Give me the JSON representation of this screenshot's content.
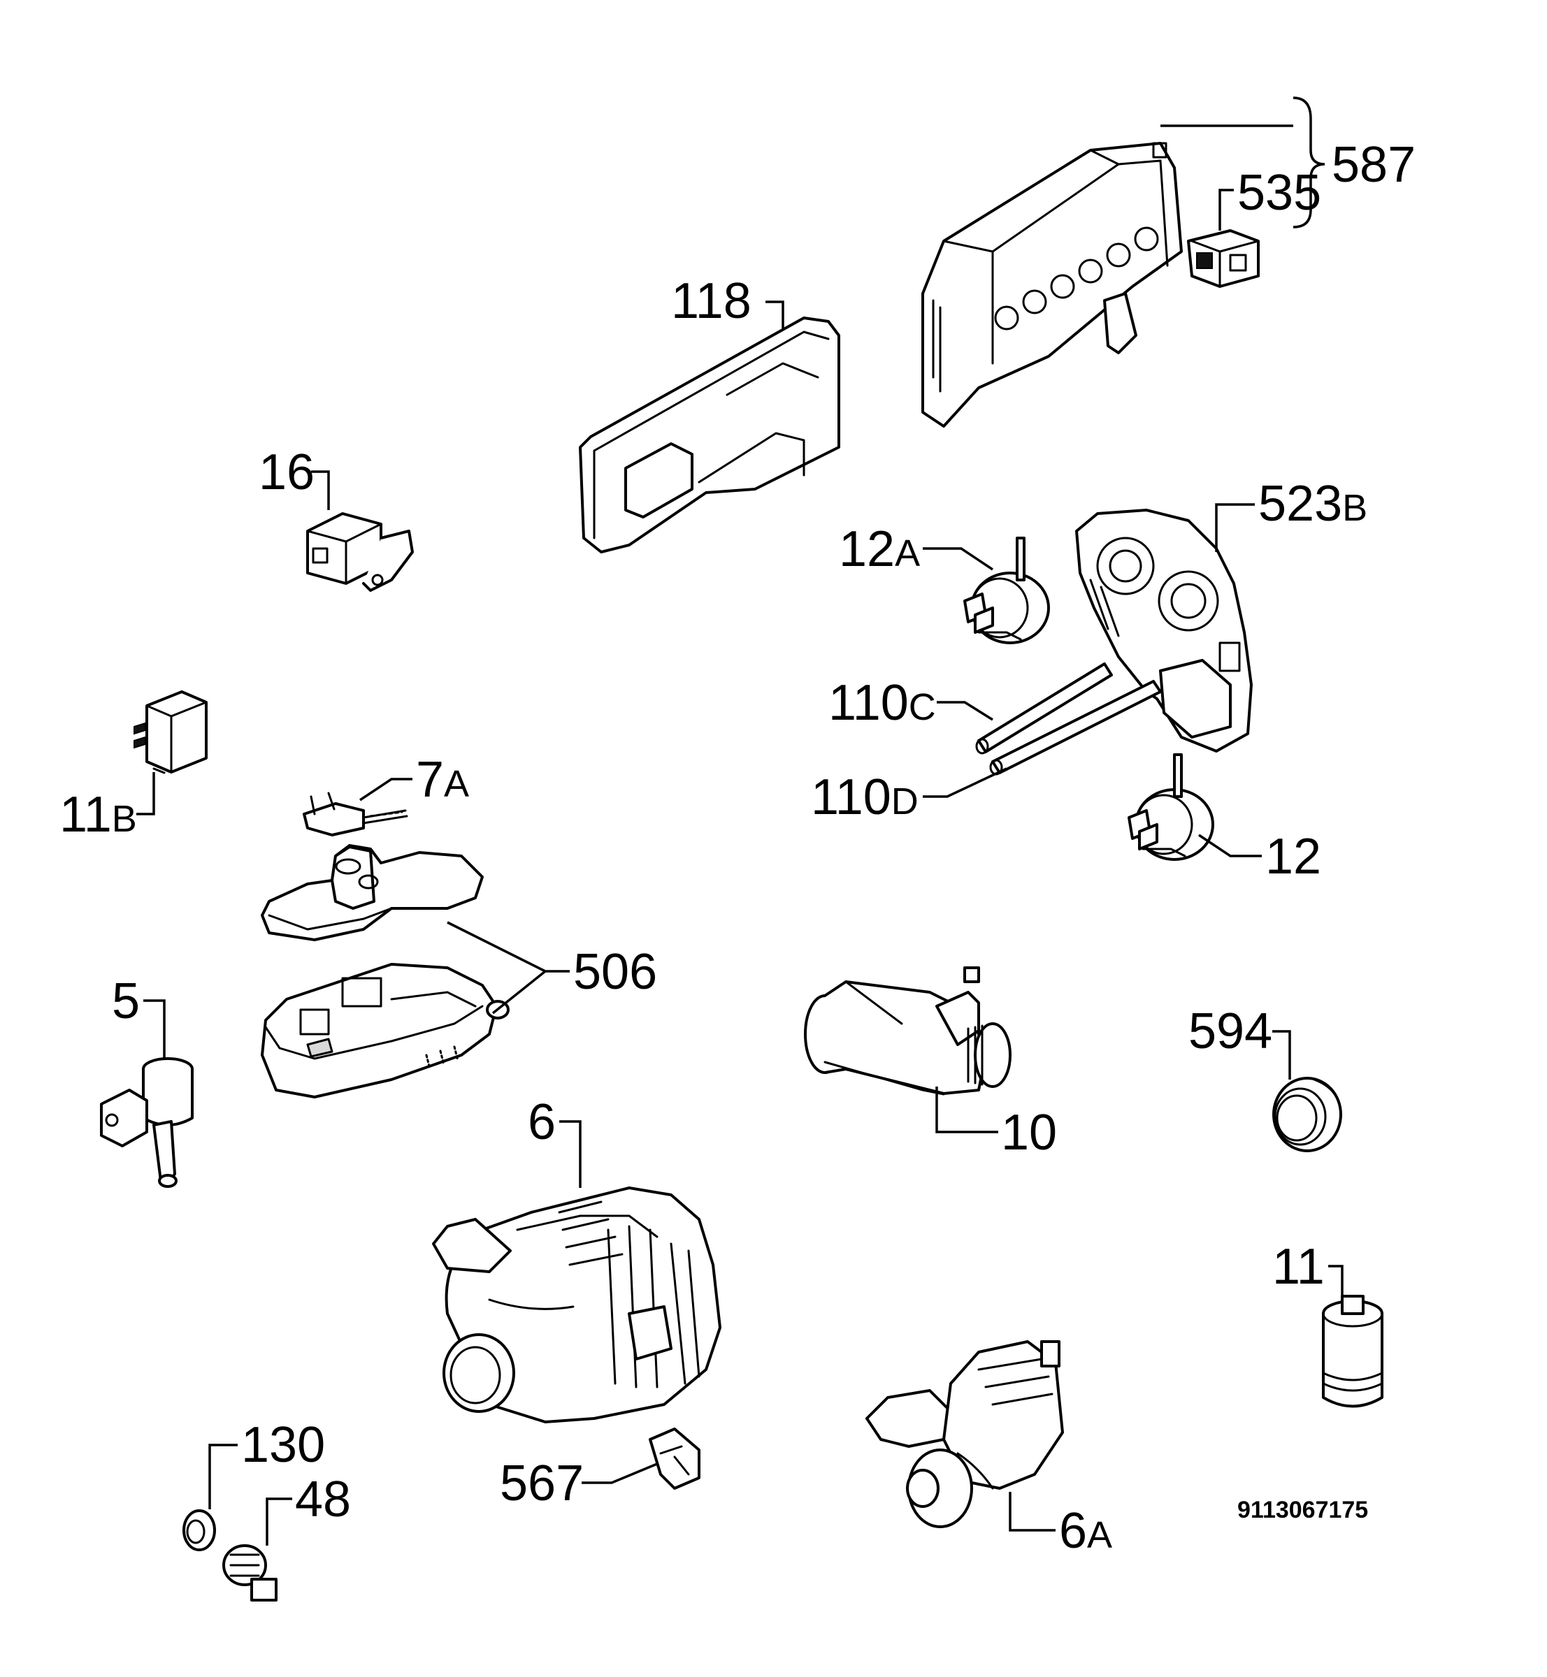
{
  "drawing_code": "9113067175",
  "callouts": [
    {
      "id": "587",
      "num": "587",
      "suffix": ""
    },
    {
      "id": "535",
      "num": "535",
      "suffix": ""
    },
    {
      "id": "118",
      "num": "118",
      "suffix": ""
    },
    {
      "id": "16",
      "num": "16",
      "suffix": ""
    },
    {
      "id": "12A",
      "num": "12",
      "suffix": "A"
    },
    {
      "id": "523B",
      "num": "523",
      "suffix": "B"
    },
    {
      "id": "110C",
      "num": "110",
      "suffix": "C"
    },
    {
      "id": "110D",
      "num": "110",
      "suffix": "D"
    },
    {
      "id": "11B",
      "num": "11",
      "suffix": "B"
    },
    {
      "id": "7A",
      "num": "7",
      "suffix": "A"
    },
    {
      "id": "12",
      "num": "12",
      "suffix": ""
    },
    {
      "id": "506",
      "num": "506",
      "suffix": ""
    },
    {
      "id": "5",
      "num": "5",
      "suffix": ""
    },
    {
      "id": "594",
      "num": "594",
      "suffix": ""
    },
    {
      "id": "10",
      "num": "10",
      "suffix": ""
    },
    {
      "id": "6",
      "num": "6",
      "suffix": ""
    },
    {
      "id": "11",
      "num": "11",
      "suffix": ""
    },
    {
      "id": "130",
      "num": "130",
      "suffix": ""
    },
    {
      "id": "48",
      "num": "48",
      "suffix": ""
    },
    {
      "id": "567",
      "num": "567",
      "suffix": ""
    },
    {
      "id": "6A",
      "num": "6",
      "suffix": "A"
    }
  ]
}
